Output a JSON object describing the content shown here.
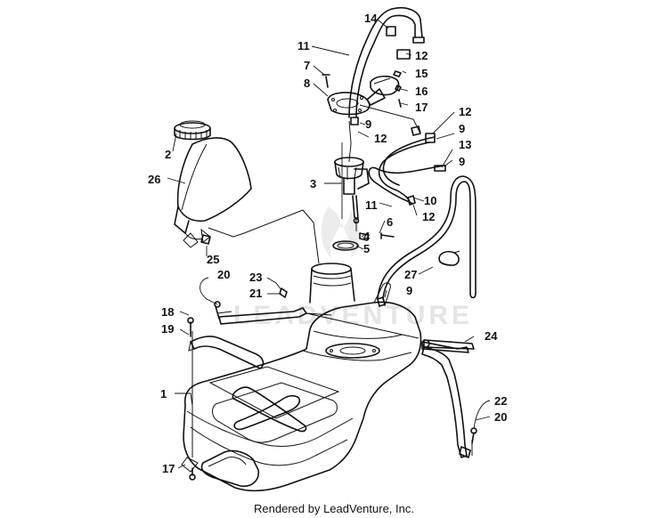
{
  "watermark": "LEADVENTURE",
  "footer": "Rendered by LeadVenture, Inc.",
  "callouts": [
    {
      "id": "c14",
      "label": "14"
    },
    {
      "id": "c11a",
      "label": "11"
    },
    {
      "id": "c12a",
      "label": "12"
    },
    {
      "id": "c7",
      "label": "7"
    },
    {
      "id": "c15",
      "label": "15"
    },
    {
      "id": "c8",
      "label": "8"
    },
    {
      "id": "c16",
      "label": "16"
    },
    {
      "id": "c17a",
      "label": "17"
    },
    {
      "id": "c12b",
      "label": "12"
    },
    {
      "id": "c9a",
      "label": "9"
    },
    {
      "id": "c9b",
      "label": "9"
    },
    {
      "id": "c12c",
      "label": "12"
    },
    {
      "id": "c13",
      "label": "13"
    },
    {
      "id": "c2",
      "label": "2"
    },
    {
      "id": "c9c",
      "label": "9"
    },
    {
      "id": "c26",
      "label": "26"
    },
    {
      "id": "c3",
      "label": "3"
    },
    {
      "id": "c10",
      "label": "10"
    },
    {
      "id": "c11b",
      "label": "11"
    },
    {
      "id": "c12d",
      "label": "12"
    },
    {
      "id": "c6",
      "label": "6"
    },
    {
      "id": "c4",
      "label": "4"
    },
    {
      "id": "c5",
      "label": "5"
    },
    {
      "id": "c25",
      "label": "25"
    },
    {
      "id": "c20a",
      "label": "20"
    },
    {
      "id": "c27",
      "label": "27"
    },
    {
      "id": "c23",
      "label": "23"
    },
    {
      "id": "c21",
      "label": "21"
    },
    {
      "id": "c9d",
      "label": "9"
    },
    {
      "id": "c18",
      "label": "18"
    },
    {
      "id": "c19",
      "label": "19"
    },
    {
      "id": "c24",
      "label": "24"
    },
    {
      "id": "c1",
      "label": "1"
    },
    {
      "id": "c22",
      "label": "22"
    },
    {
      "id": "c20b",
      "label": "20"
    },
    {
      "id": "c17b",
      "label": "17"
    }
  ]
}
